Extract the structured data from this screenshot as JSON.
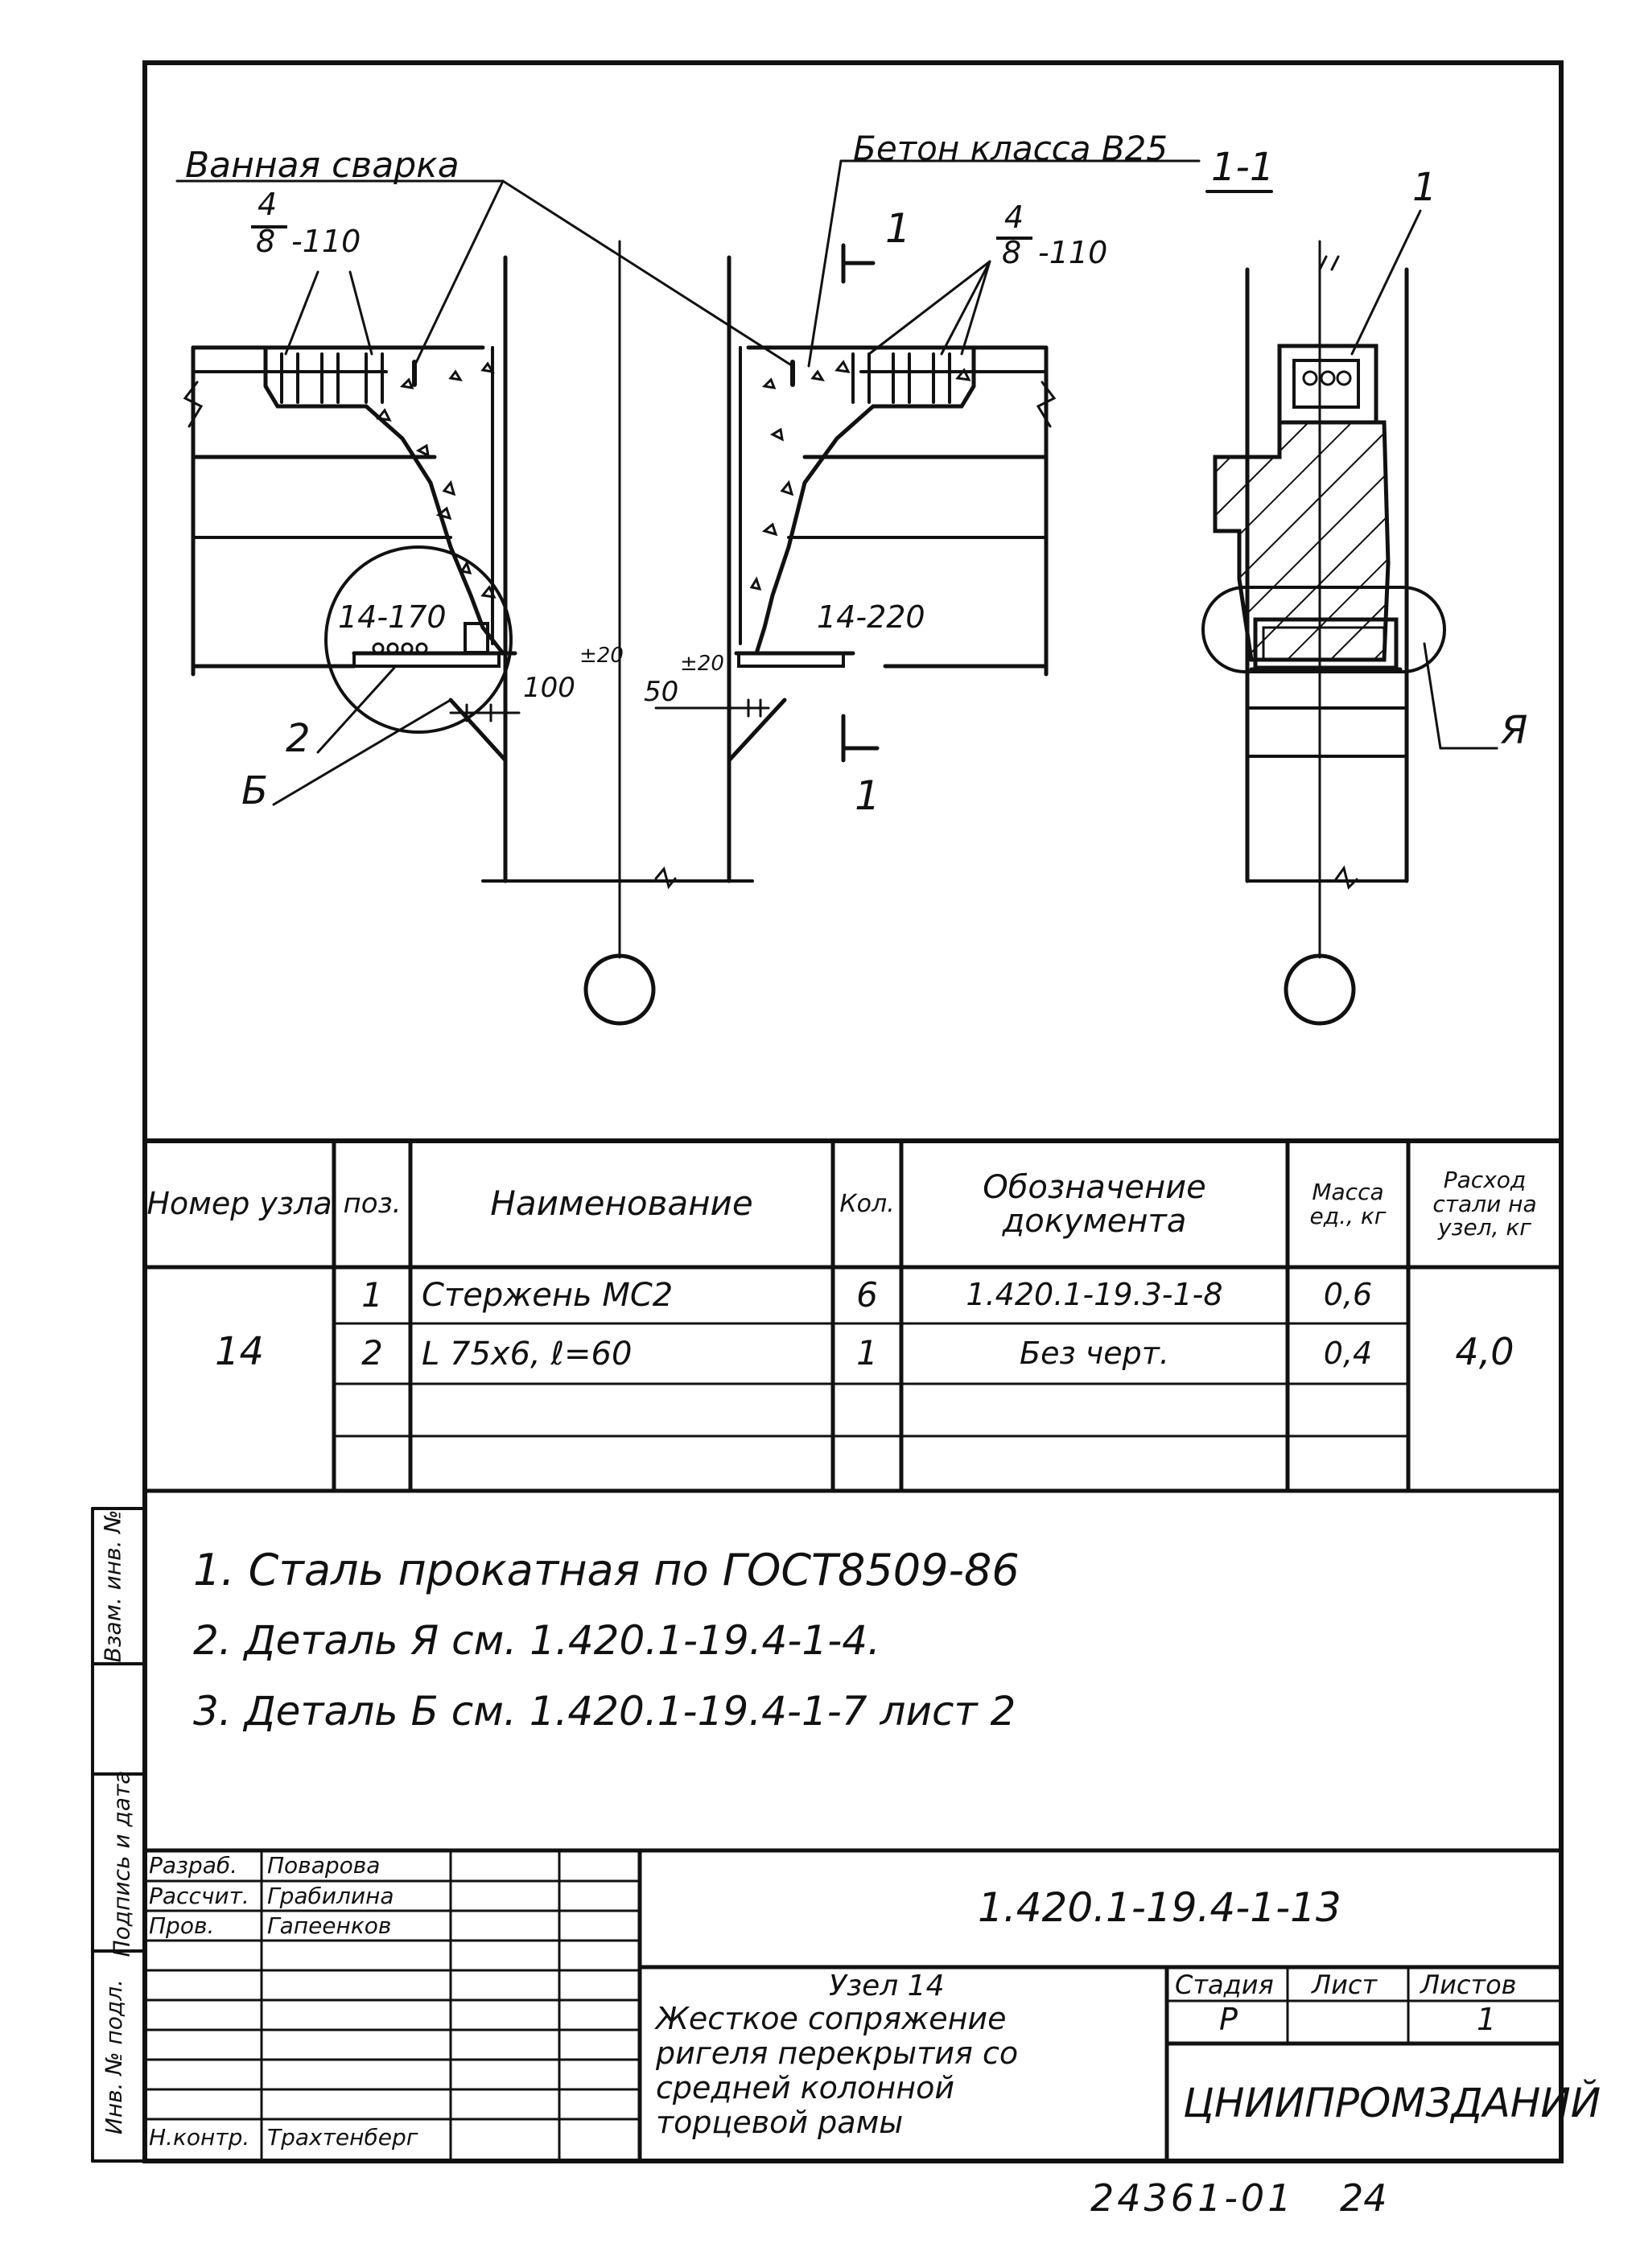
{
  "drawing": {
    "labels": {
      "weld": "Ванная сварка",
      "concrete": "Бетон класса В25",
      "section": "1-1",
      "pos_1": "1",
      "bar_top": "4",
      "bar_bottom": "8",
      "bar_spacing": "-110",
      "dim_left": "14-170",
      "dim_right": "14-220",
      "tol_left": "±20",
      "dim_100": "100",
      "tol_right": "±20",
      "dim_50": "50",
      "pos_2": "2",
      "detail_b": "Б",
      "detail_ya": "Я",
      "cut_1": "1"
    }
  },
  "spec": {
    "headers": {
      "node": "Номер узла",
      "pos": "поз.",
      "name": "Наименование",
      "qty": "Кол.",
      "doc": "Обозначение документа",
      "mass": "Масса ед., кг",
      "steel": "Расход стали на узел, кг"
    },
    "node": "14",
    "steel_total": "4,0",
    "rows": [
      {
        "pos": "1",
        "name": "Стержень МС2",
        "qty": "6",
        "doc": "1.420.1-19.3-1-8",
        "mass": "0,6"
      },
      {
        "pos": "2",
        "name": "L 75x6,  ℓ=60",
        "qty": "1",
        "doc": "Без черт.",
        "mass": "0,4"
      }
    ]
  },
  "notes": [
    "1.  Сталь прокатная по ГОСТ8509-86",
    "2. Деталь Я см. 1.420.1-19.4-1-4.",
    "3. Деталь Б см. 1.420.1-19.4-1-7 лист 2"
  ],
  "side_stamp": [
    "Инв. № подл.",
    "Подпись и дата",
    "Взам. инв. №"
  ],
  "title_block": {
    "roles": [
      {
        "role": "Разраб.",
        "name": "Поварова"
      },
      {
        "role": "Рассчит.",
        "name": "Грабилина"
      },
      {
        "role": "Пров.",
        "name": "Гапеенков"
      },
      {
        "role": "Н.контр.",
        "name": "Трахтенберг"
      }
    ],
    "designation": "1.420.1-19.4-1-13",
    "title_lines": [
      "Узел 14",
      "Жесткое сопряжение",
      "ригеля перекрытия со",
      "средней колонной",
      "торцевой рамы"
    ],
    "stage_label": "Стадия",
    "sheet_label": "Лист",
    "sheets_label": "Листов",
    "stage": "Р",
    "sheet": "",
    "sheets": "1",
    "org": "ЦНИИПРОМЗДАНИЙ"
  },
  "footer": {
    "code": "24361-01",
    "page": "24"
  }
}
